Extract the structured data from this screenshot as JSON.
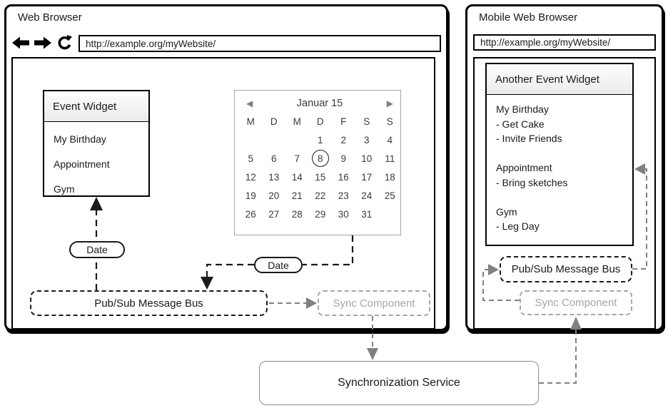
{
  "web_browser": {
    "title": "Web Browser",
    "url": "http://example.org/myWebsite/",
    "nav_icons": [
      "back-arrow-icon",
      "forward-arrow-icon",
      "reload-icon"
    ],
    "event_widget": {
      "title": "Event Widget",
      "items": [
        "My Birthday",
        "Appointment",
        "Gym"
      ]
    },
    "calendar": {
      "title": "Januar 15",
      "prev_icon": "◀",
      "next_icon": "▶",
      "weekdays": [
        "M",
        "D",
        "M",
        "D",
        "F",
        "S",
        "S"
      ],
      "cells": [
        "",
        "",
        "",
        "1",
        "2",
        "3",
        "4",
        "5",
        "6",
        "7",
        "8",
        "9",
        "10",
        "11",
        "12",
        "13",
        "14",
        "15",
        "16",
        "17",
        "18",
        "19",
        "20",
        "21",
        "22",
        "23",
        "24",
        "25",
        "26",
        "27",
        "28",
        "29",
        "30",
        "31",
        ""
      ],
      "selected_day": "8"
    },
    "date_label_widget": "Date",
    "date_label_calendar": "Date",
    "bus_label": "Pub/Sub Message Bus",
    "sync_label": "Sync Component"
  },
  "mobile_browser": {
    "title": "Mobile Web Browser",
    "url": "http://example.org/myWebsite/",
    "event_widget": {
      "title": "Another Event Widget",
      "lines": [
        "My Birthday",
        "- Get Cake",
        "- Invite Friends",
        "",
        "Appointment",
        "- Bring sketches",
        "",
        "Gym",
        "- Leg Day"
      ]
    },
    "bus_label": "Pub/Sub Message Bus",
    "sync_label": "Sync Component"
  },
  "service_label": "Synchronization Service",
  "colors": {
    "ink": "#1a1a1a",
    "muted_gray": "#a6a6a6",
    "connector_gray": "#808080"
  }
}
